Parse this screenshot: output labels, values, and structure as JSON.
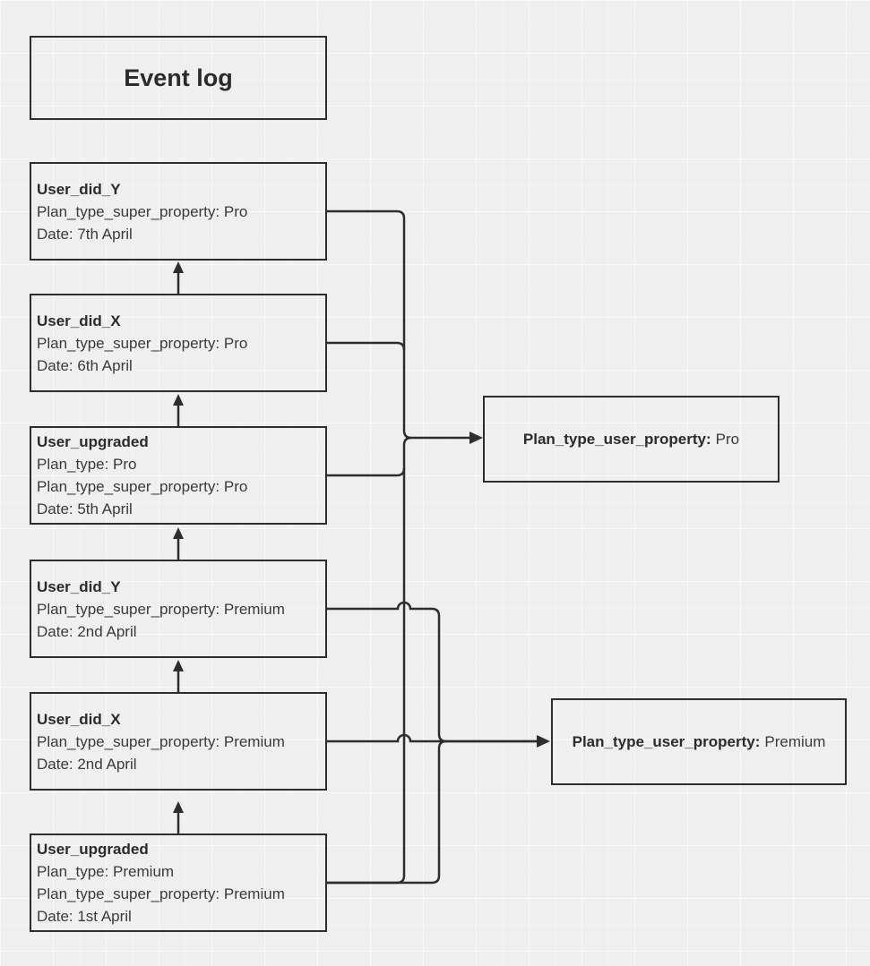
{
  "diagram_title": "Event log",
  "colors": {
    "background": "#efefef",
    "grid_line": "#f8f8f7",
    "line": "#2d2d2d",
    "box_border": "#2d2d2d",
    "text": "#333333"
  },
  "title_box": {
    "label": "Event log"
  },
  "events": [
    {
      "name": "User_did_Y",
      "super_property": "Plan_type_super_property: Pro",
      "date": "Date: 7th April"
    },
    {
      "name": "User_did_X",
      "super_property": "Plan_type_super_property: Pro",
      "date": "Date: 6th April"
    },
    {
      "name": "User_upgraded",
      "plan_type": "Plan_type: Pro",
      "super_property": "Plan_type_super_property: Pro",
      "date": "Date: 5th April"
    },
    {
      "name": "User_did_Y",
      "super_property": "Plan_type_super_property: Premium",
      "date": "Date: 2nd April"
    },
    {
      "name": "User_did_X",
      "super_property": "Plan_type_super_property: Premium",
      "date": "Date: 2nd April"
    },
    {
      "name": "User_upgraded",
      "plan_type": "Plan_type: Premium",
      "super_property": "Plan_type_super_property: Premium",
      "date": "Date: 1st April"
    }
  ],
  "user_properties": [
    {
      "label": "Plan_type_user_property:",
      "value": "Pro"
    },
    {
      "label": "Plan_type_user_property:",
      "value": "Premium"
    }
  ]
}
